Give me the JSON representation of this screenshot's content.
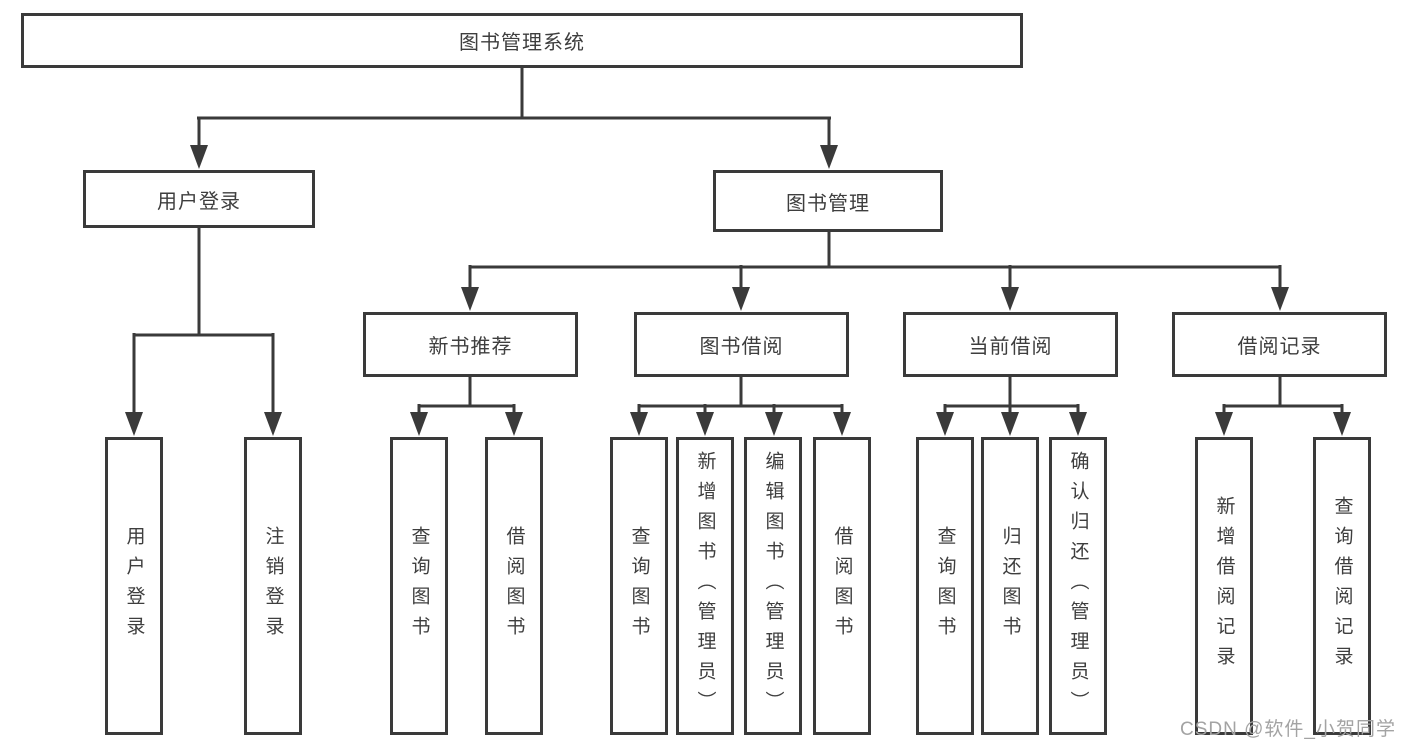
{
  "diagram": {
    "title_node": {
      "label": "图书管理系统"
    },
    "level2": [
      {
        "label": "用户登录"
      },
      {
        "label": "图书管理"
      }
    ],
    "level3": [
      {
        "label": "新书推荐"
      },
      {
        "label": "图书借阅"
      },
      {
        "label": "当前借阅"
      },
      {
        "label": "借阅记录"
      }
    ],
    "leaves": [
      {
        "label": "用户登录"
      },
      {
        "label": "注销登录"
      },
      {
        "label": "查询图书"
      },
      {
        "label": "借阅图书"
      },
      {
        "label": "查询图书"
      },
      {
        "label": "新增图书（管理员）"
      },
      {
        "label": "编辑图书（管理员）"
      },
      {
        "label": "借阅图书"
      },
      {
        "label": "查询图书"
      },
      {
        "label": "归还图书"
      },
      {
        "label": "确认归还（管理员）"
      },
      {
        "label": "新增借阅记录"
      },
      {
        "label": "查询借阅记录"
      }
    ]
  },
  "watermark": {
    "text": "CSDN @软件_小贺同学"
  },
  "colors": {
    "line": "#3a3a3a",
    "box_border": "#3a3a3a",
    "text": "#3e3e3e",
    "watermark": "#a3a3a3",
    "background": "#ffffff"
  }
}
